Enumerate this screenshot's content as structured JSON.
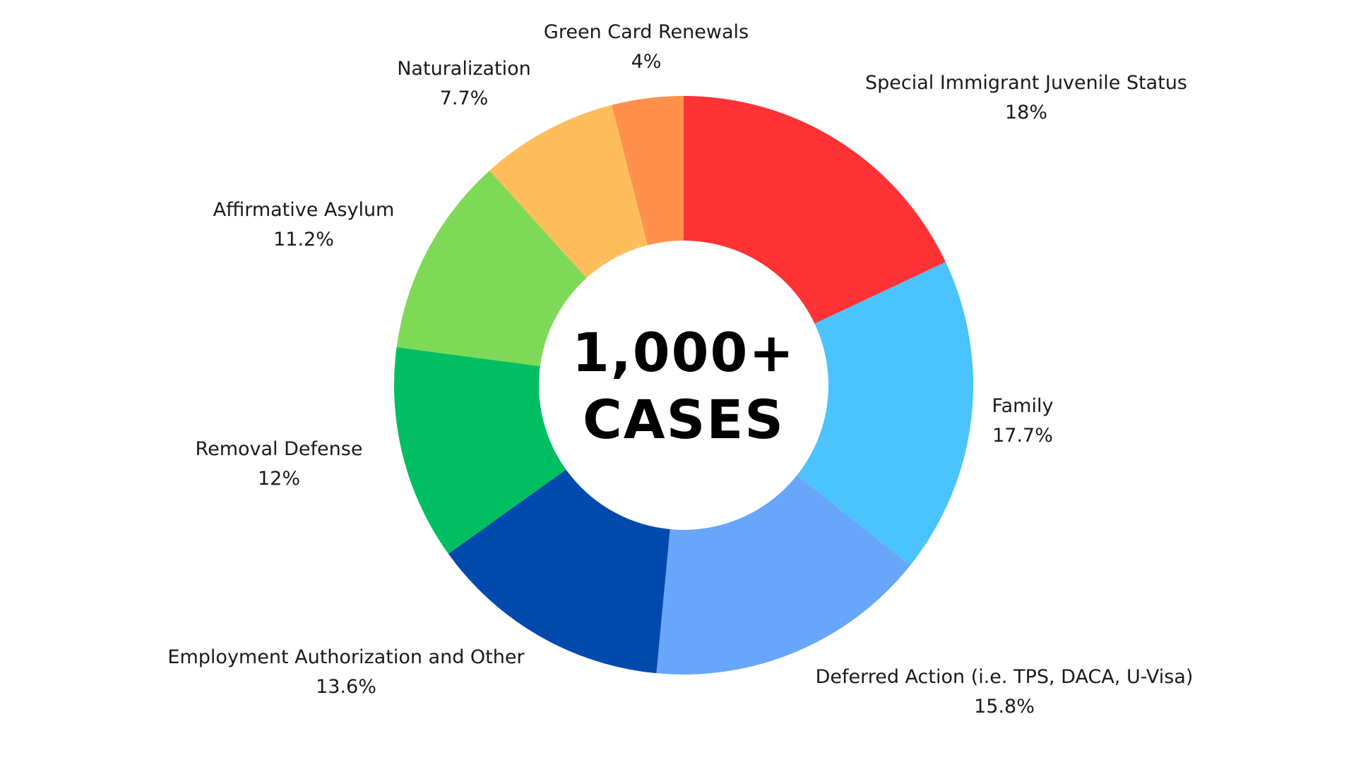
{
  "chart_data": {
    "type": "pie",
    "center_text": [
      "1,000+",
      "CASES"
    ],
    "slices": [
      {
        "label": "Special Immigrant Juvenile Status",
        "value": 18,
        "value_text": "18%",
        "color": "#ff3336"
      },
      {
        "label": "Family",
        "value": 17.7,
        "value_text": "17.7%",
        "color": "#4bc3fc"
      },
      {
        "label": "Deferred Action (i.e. TPS, DACA, U-Visa)",
        "value": 15.8,
        "value_text": "15.8%",
        "color": "#67a6fb"
      },
      {
        "label": "Employment Authorization and Other",
        "value": 13.6,
        "value_text": "13.6%",
        "color": "#004aad"
      },
      {
        "label": "Removal Defense",
        "value": 12,
        "value_text": "12%",
        "color": "#00bf63"
      },
      {
        "label": "Affirmative Asylum",
        "value": 11.2,
        "value_text": "11.2%",
        "color": "#7ed957"
      },
      {
        "label": "Naturalization",
        "value": 7.7,
        "value_text": "7.7%",
        "color": "#ffbe5b"
      },
      {
        "label": "Green Card Renewals",
        "value": 4,
        "value_text": "4%",
        "color": "#ff914d"
      }
    ]
  }
}
